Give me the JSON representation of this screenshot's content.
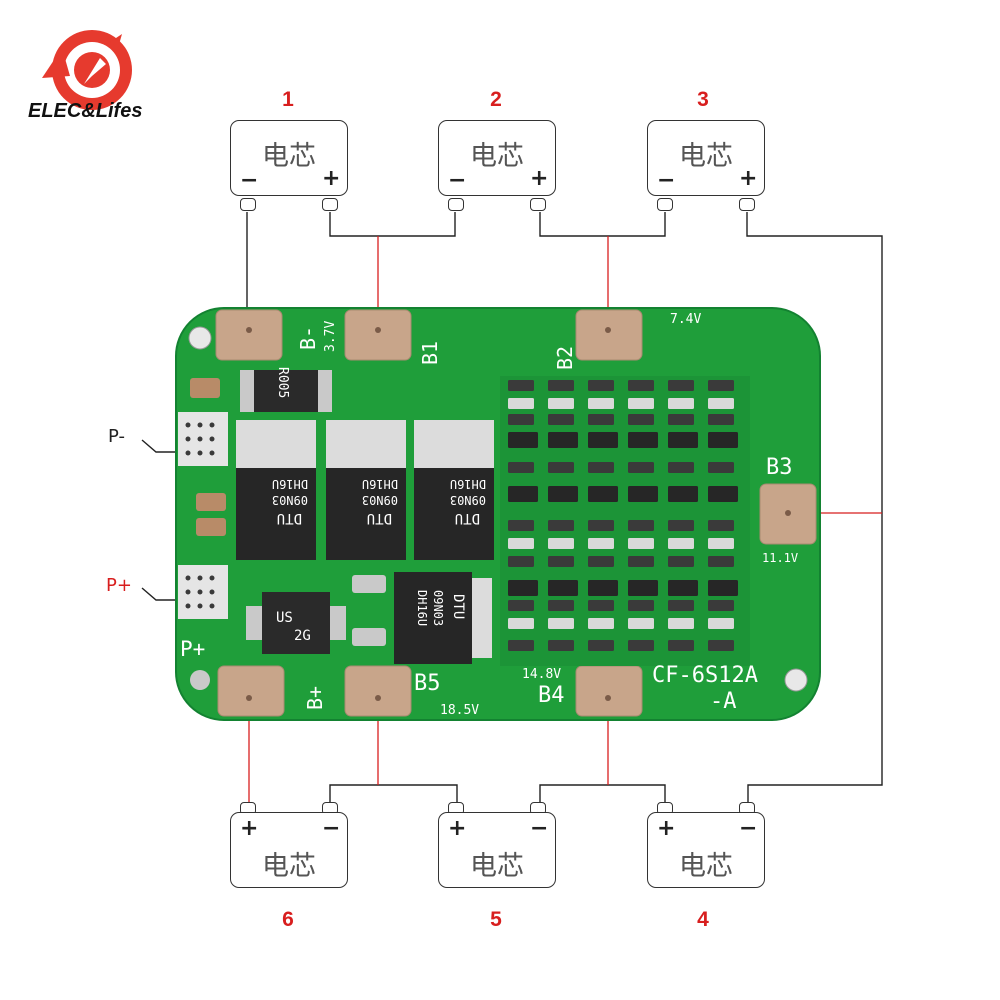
{
  "brand": {
    "name": "ELEC&Lifes"
  },
  "cells_top": [
    {
      "number": "1",
      "label": "电芯",
      "neg": "−",
      "pos": "+"
    },
    {
      "number": "2",
      "label": "电芯",
      "neg": "−",
      "pos": "+"
    },
    {
      "number": "3",
      "label": "电芯",
      "neg": "−",
      "pos": "+"
    }
  ],
  "cells_bottom": [
    {
      "number": "6",
      "label": "电芯",
      "neg": "−",
      "pos": "+"
    },
    {
      "number": "5",
      "label": "电芯",
      "neg": "−",
      "pos": "+"
    },
    {
      "number": "4",
      "label": "电芯",
      "neg": "−",
      "pos": "+"
    }
  ],
  "pack_labels": {
    "p_minus": "P-",
    "p_plus": "P+"
  },
  "board": {
    "model": "CF-6S12A",
    "model_suffix": "-A",
    "pads": {
      "b_minus": "B-",
      "b1": "B1",
      "b2": "B2",
      "b3": "B3",
      "b4": "B4",
      "b5": "B5",
      "b_plus": "B+",
      "p_plus": "P+"
    },
    "voltages": {
      "v1": "3.7V",
      "v2": "7.4V",
      "v3": "11.1V",
      "v4": "14.8V",
      "v5": "18.5V"
    },
    "components": {
      "shunt": "R005",
      "mosfet_a": "DTU",
      "mosfet_b": "09N03",
      "mosfet_c": "DH16U",
      "diode_a": "US",
      "diode_b": "2G"
    }
  },
  "colors": {
    "pcb": "#1f9e3a",
    "pcb_dark": "#157a2b",
    "pad": "#c8a58a",
    "wire_red": "#d81e1e",
    "wire_black": "#222222",
    "label_red": "#d81e1e"
  }
}
